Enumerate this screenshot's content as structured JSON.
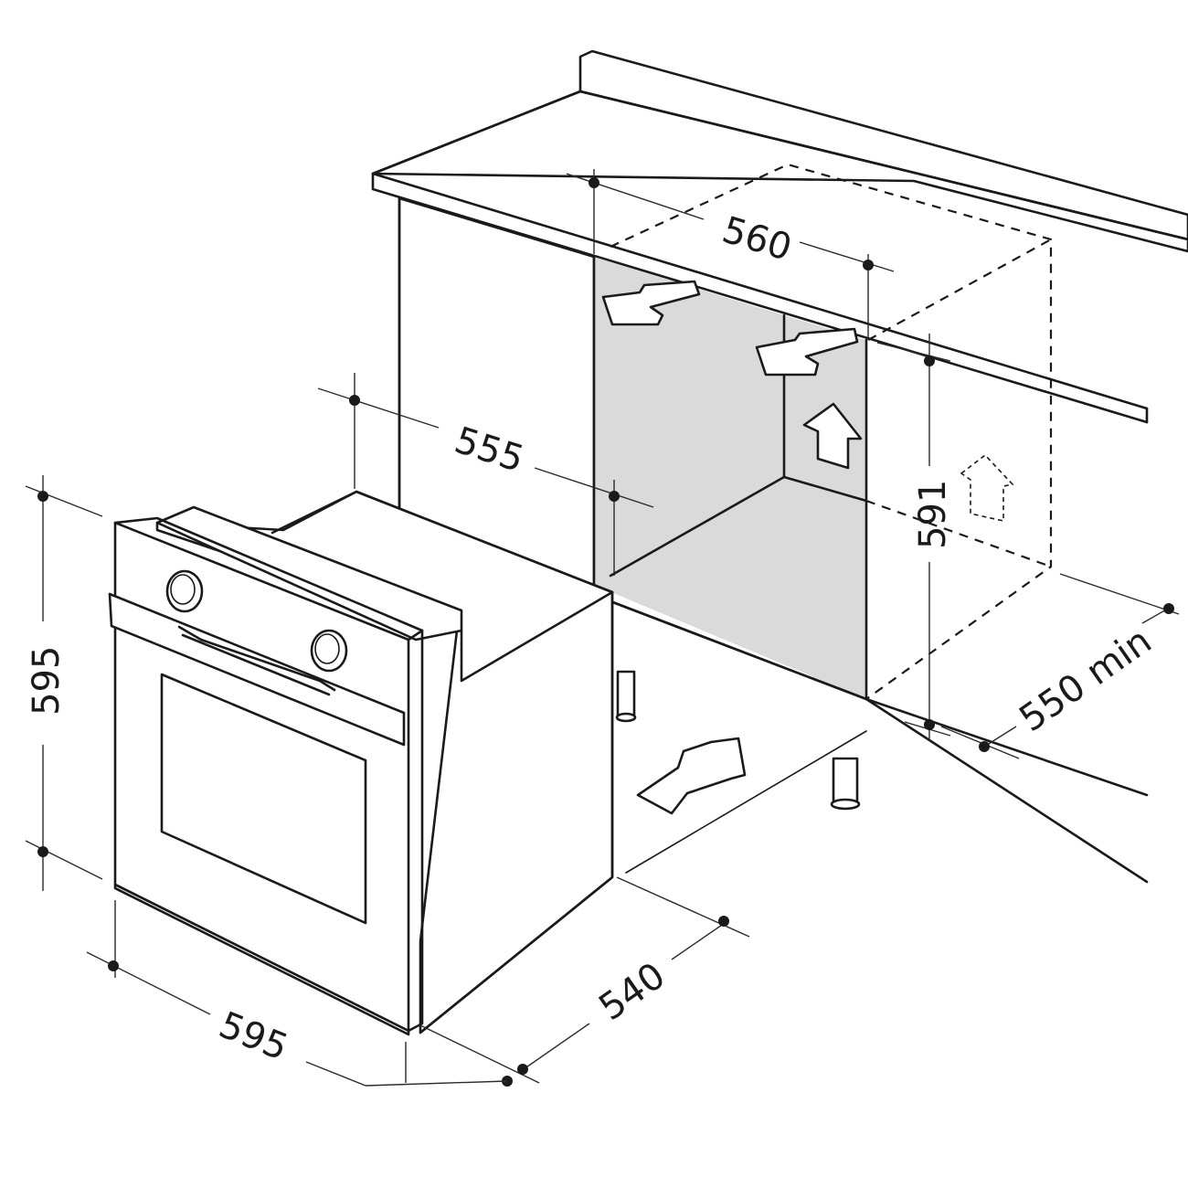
{
  "dimensions": {
    "oven_height": "595",
    "oven_width": "595",
    "oven_depth": "540",
    "niche_depth": "555",
    "niche_width": "560",
    "niche_height": "591",
    "cabinet_min_depth": "550 min"
  },
  "colors": {
    "line": "#1a1a1a",
    "niche_fill": "#dadada",
    "background": "#ffffff"
  },
  "icons": [
    "airflow-arrow-icon",
    "airflow-arrow-up-icon",
    "insertion-arrow-icon"
  ]
}
